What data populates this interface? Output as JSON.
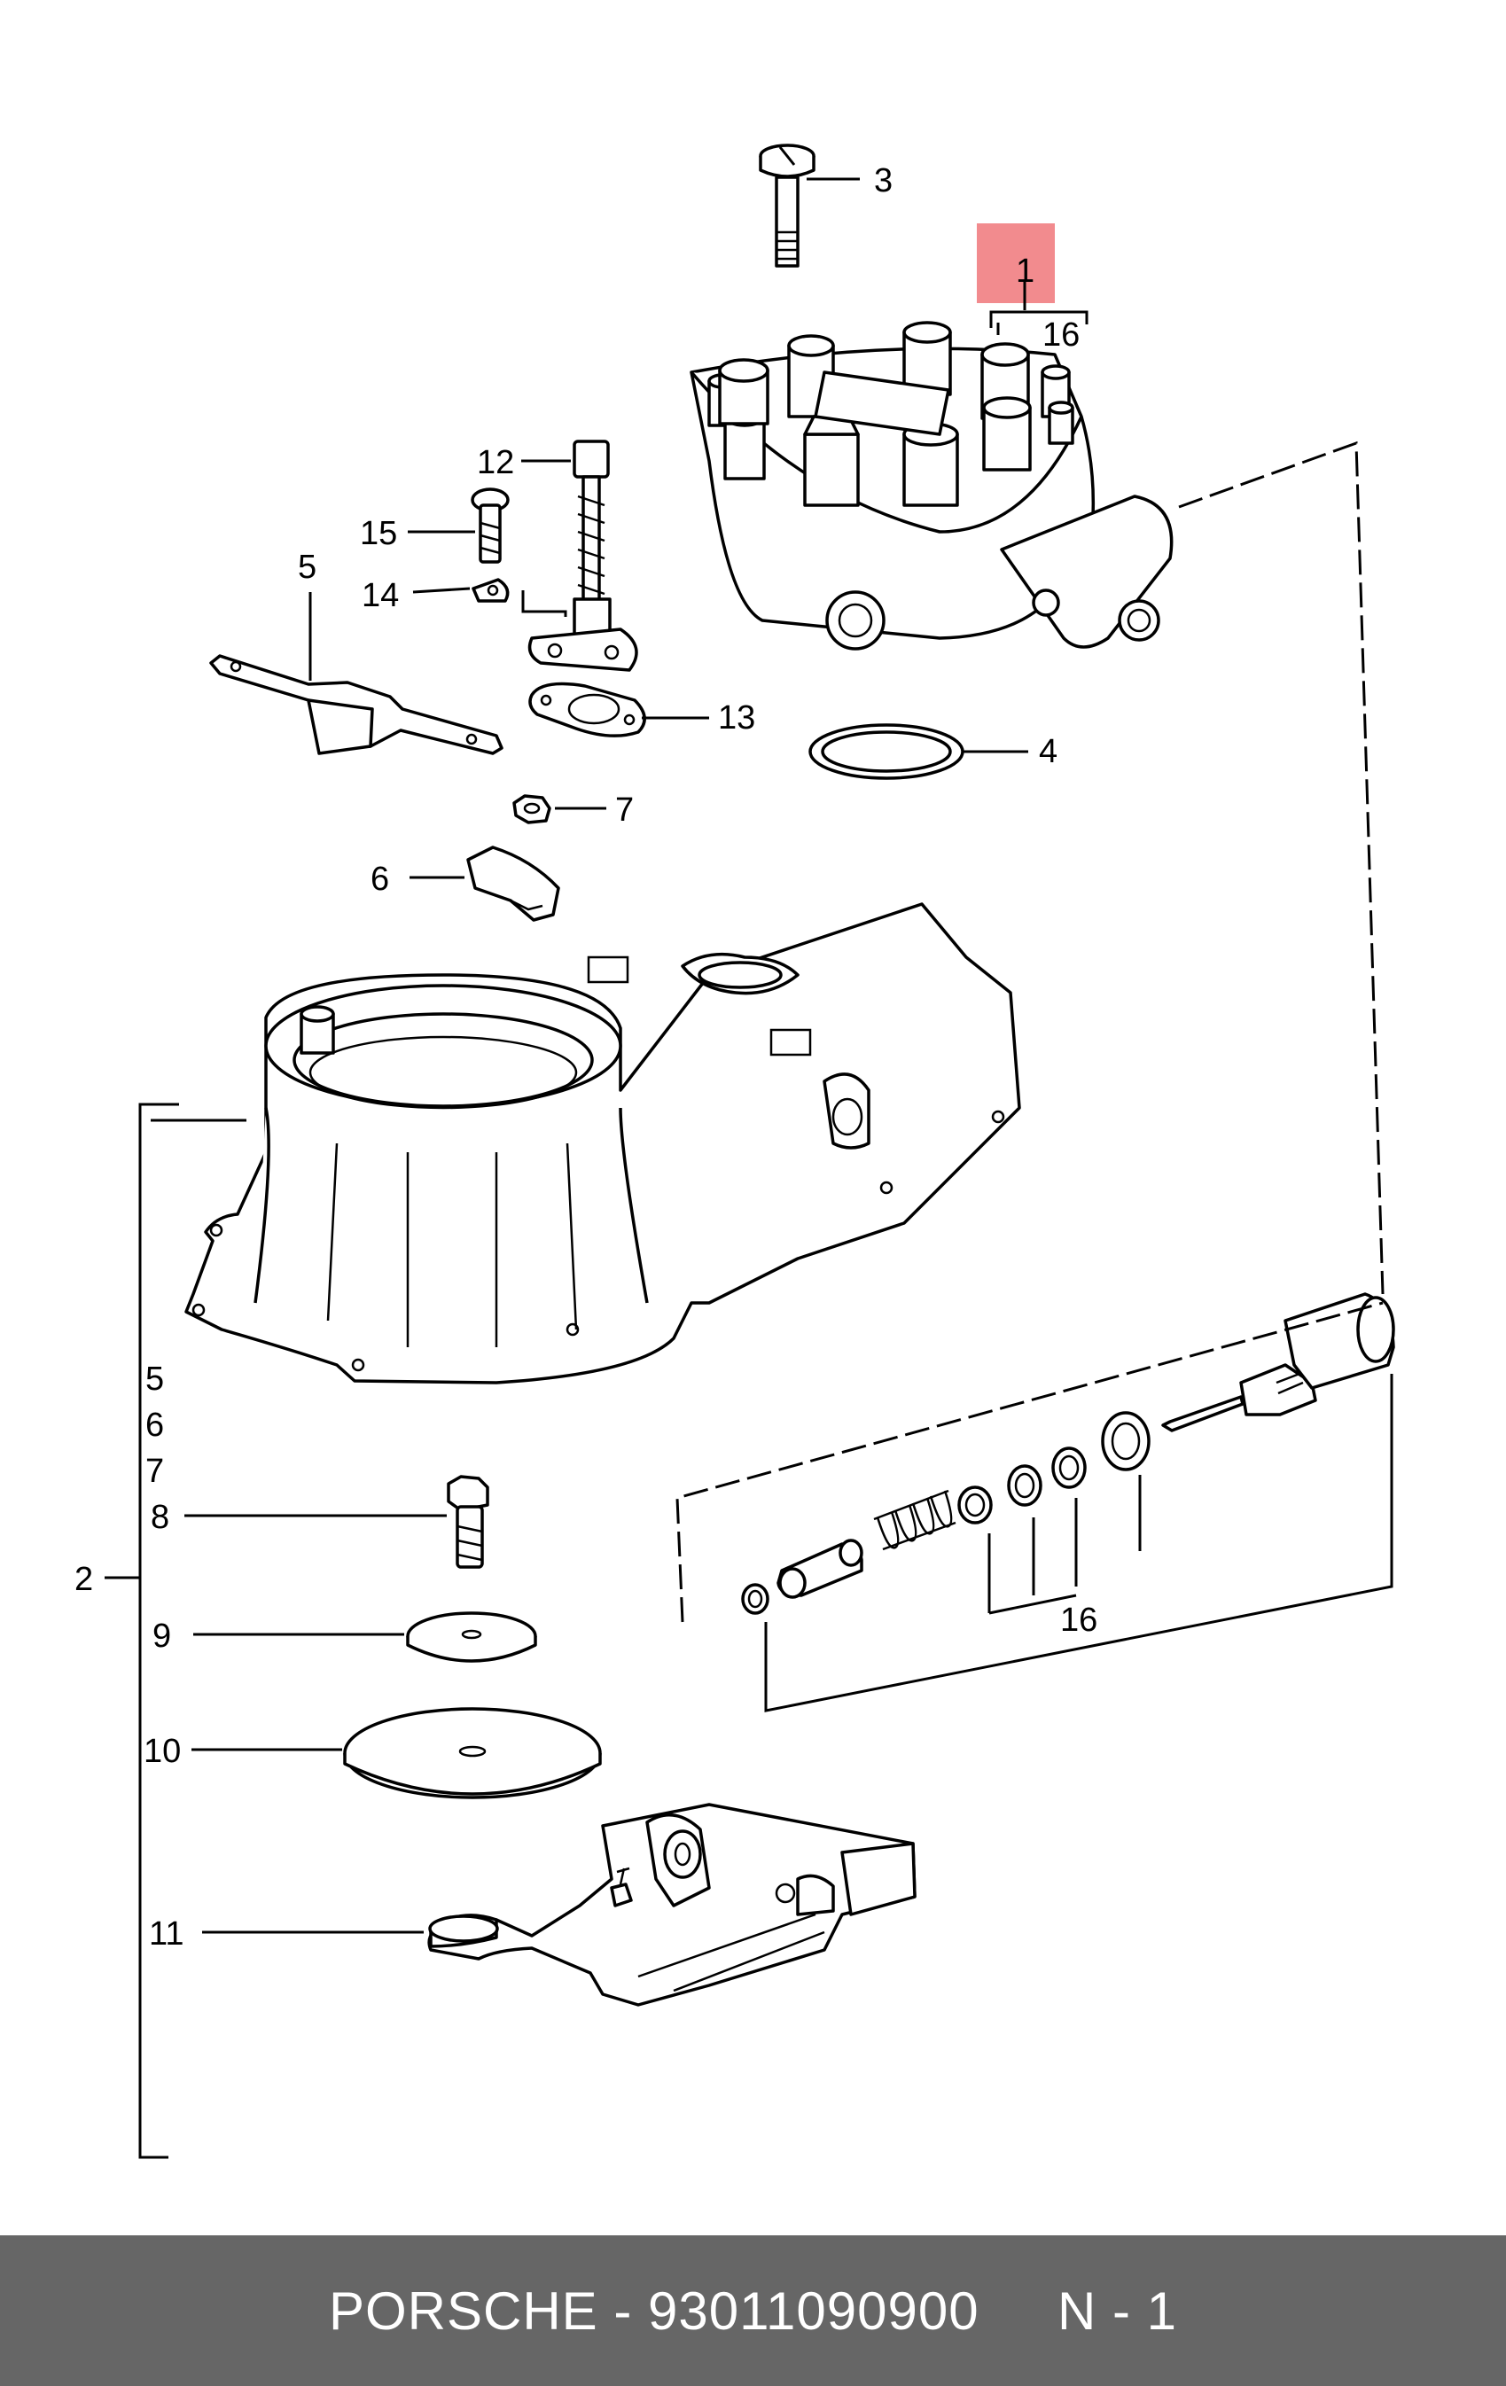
{
  "callouts": {
    "c1": "1",
    "c16a": "16",
    "c3": "3",
    "c12": "12",
    "c15": "15",
    "c5a": "5",
    "c14": "14",
    "c13": "13",
    "c4": "4",
    "c7a": "7",
    "c6a": "6",
    "c5b": "5",
    "c6b": "6",
    "c7b": "7",
    "c8": "8",
    "c2": "2",
    "c9": "9",
    "c10": "10",
    "c11": "11",
    "c16b": "16"
  },
  "highlight_color": "#f28b8e",
  "footer": {
    "brand": "PORSCHE",
    "separator": "-",
    "part_number": "93011090900",
    "position": "N - 1",
    "background": "#666666"
  }
}
